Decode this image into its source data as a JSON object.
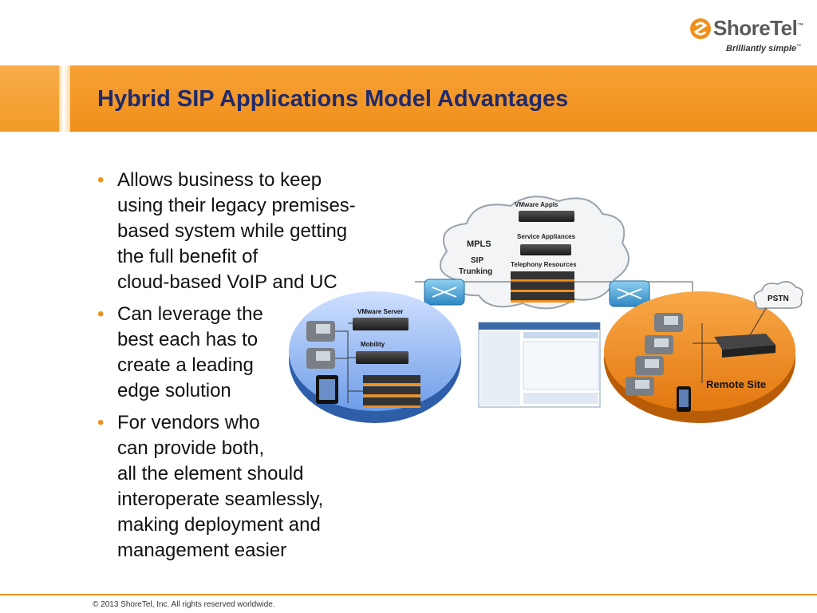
{
  "brand": {
    "name": "ShoreTel",
    "tagline": "Brilliantly simple",
    "tm": "™",
    "accent": "#f0901c",
    "title_color": "#1f2a6b"
  },
  "slide": {
    "title": "Hybrid SIP Applications Model Advantages"
  },
  "bullets": [
    {
      "text": "Allows business to keep\nusing their legacy premises-\nbased system while getting\nthe full benefit of\ncloud-based VoIP and UC"
    },
    {
      "text": "Can leverage the\nbest each has to\ncreate a leading\nedge solution"
    },
    {
      "text": "For vendors who\ncan provide both,\nall the element should\ninteroperate seamlessly,\nmaking deployment and\nmanagement easier"
    }
  ],
  "diagram": {
    "cloud": {
      "mpls": "MPLS",
      "sip_line1": "SIP",
      "sip_line2": "Trunking",
      "vmware_apps": "VMware Appls",
      "service_appliances": "Service Appliances",
      "telephony_resources": "Telephony Resources"
    },
    "hq": {
      "vmware_server": "VMware Server",
      "mobility": "Mobility"
    },
    "remote": {
      "label": "Remote Site"
    },
    "pstn": "PSTN"
  },
  "footer": {
    "copyright": "© 2013 ShoreTel, Inc. All rights reserved worldwide."
  }
}
